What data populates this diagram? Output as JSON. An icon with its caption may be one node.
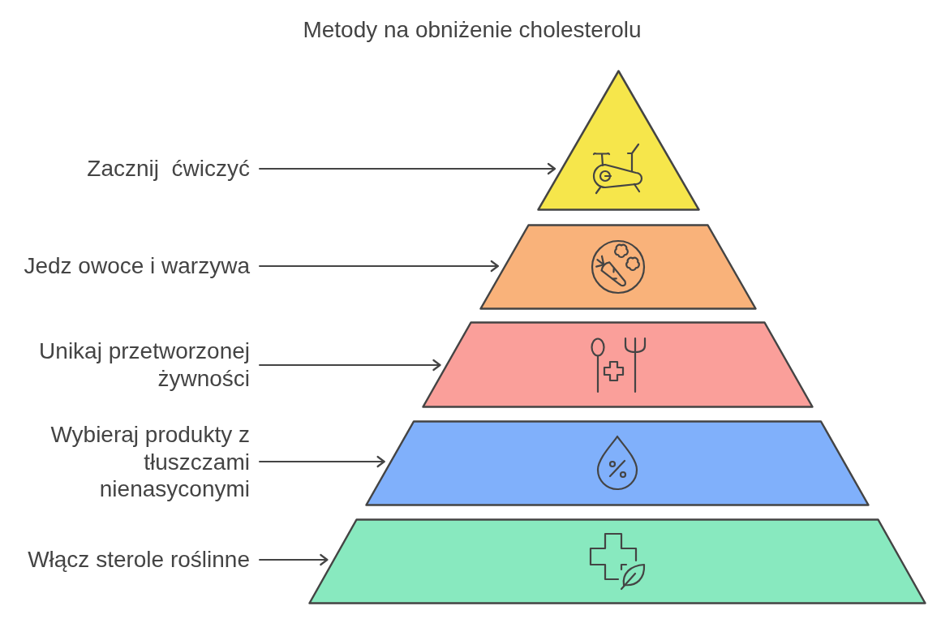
{
  "diagram": {
    "title": "Metody na obniżenie cholesterolu",
    "nodes": [
      {
        "text": [
          "Zacznij  ćwiczyć"
        ]
      },
      {
        "text": [],
        "shape": "triangle"
      },
      {
        "text": [
          "Jedz owoce i warzywa"
        ]
      },
      {
        "text": [],
        "shape": "trapezoid"
      },
      {
        "text": [
          "Unikaj przetworzonej żywności"
        ]
      },
      {
        "text": [],
        "shape": "trapezoid"
      },
      {
        "text": [
          "Wybieraj produkty z tłuszczami nienasyconymi"
        ]
      },
      {
        "text": [],
        "shape": "trapezoid"
      },
      {
        "text": [
          "Włącz sterole roślinne"
        ]
      },
      {
        "text": [],
        "shape": "trapezoid"
      }
    ],
    "edges": [
      {
        "from": 0,
        "to": 1,
        "arrow": "to"
      },
      {
        "from": 2,
        "to": 3,
        "arrow": "to"
      },
      {
        "from": 4,
        "to": 5,
        "arrow": "to"
      },
      {
        "from": 6,
        "to": 7,
        "arrow": "to"
      },
      {
        "from": 8,
        "to": 9,
        "arrow": "to"
      }
    ]
  }
}
